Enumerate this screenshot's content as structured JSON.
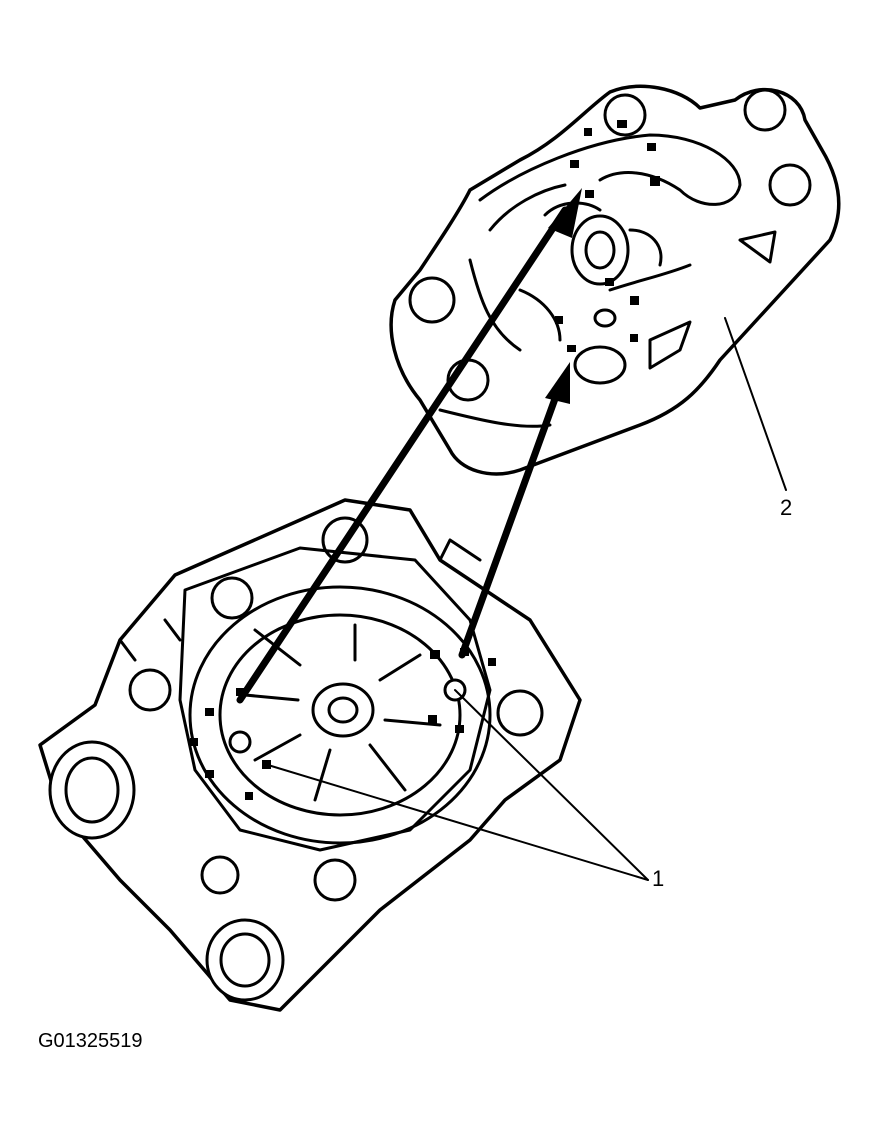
{
  "figure": {
    "id_label": "G01325519"
  },
  "callouts": [
    {
      "label": "1"
    },
    {
      "label": "2"
    }
  ]
}
